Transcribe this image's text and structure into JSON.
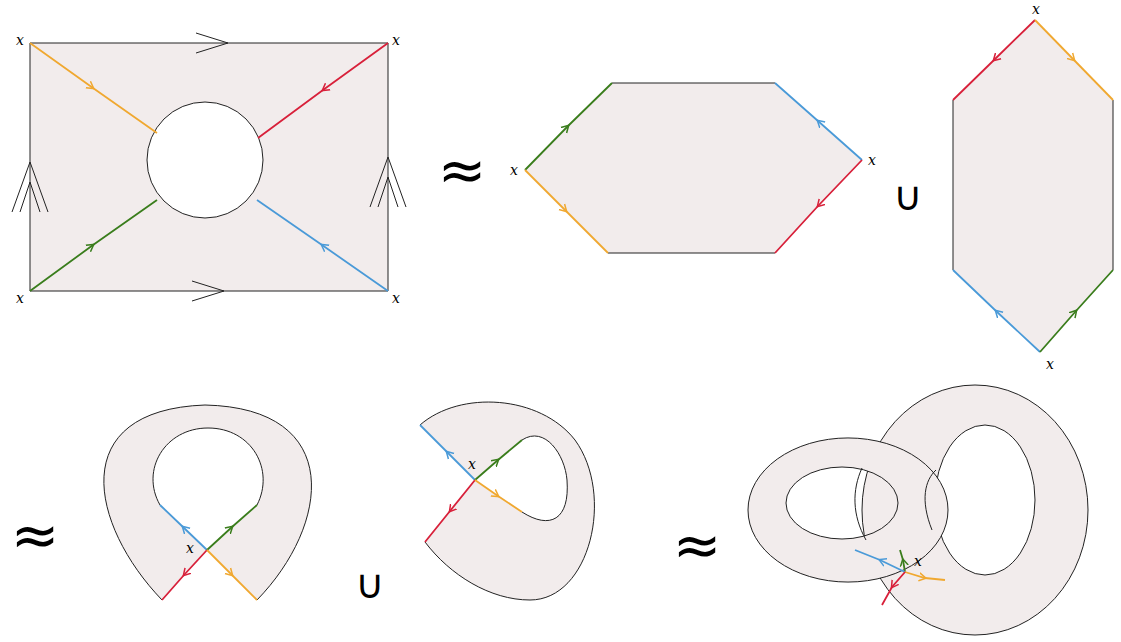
{
  "diagram": {
    "labels": [
      "x",
      "x",
      "x",
      "x",
      "≈",
      "x",
      "x",
      "∪",
      "x",
      "x",
      "≈",
      "x",
      "∪",
      "x",
      "≈",
      "x"
    ]
  }
}
